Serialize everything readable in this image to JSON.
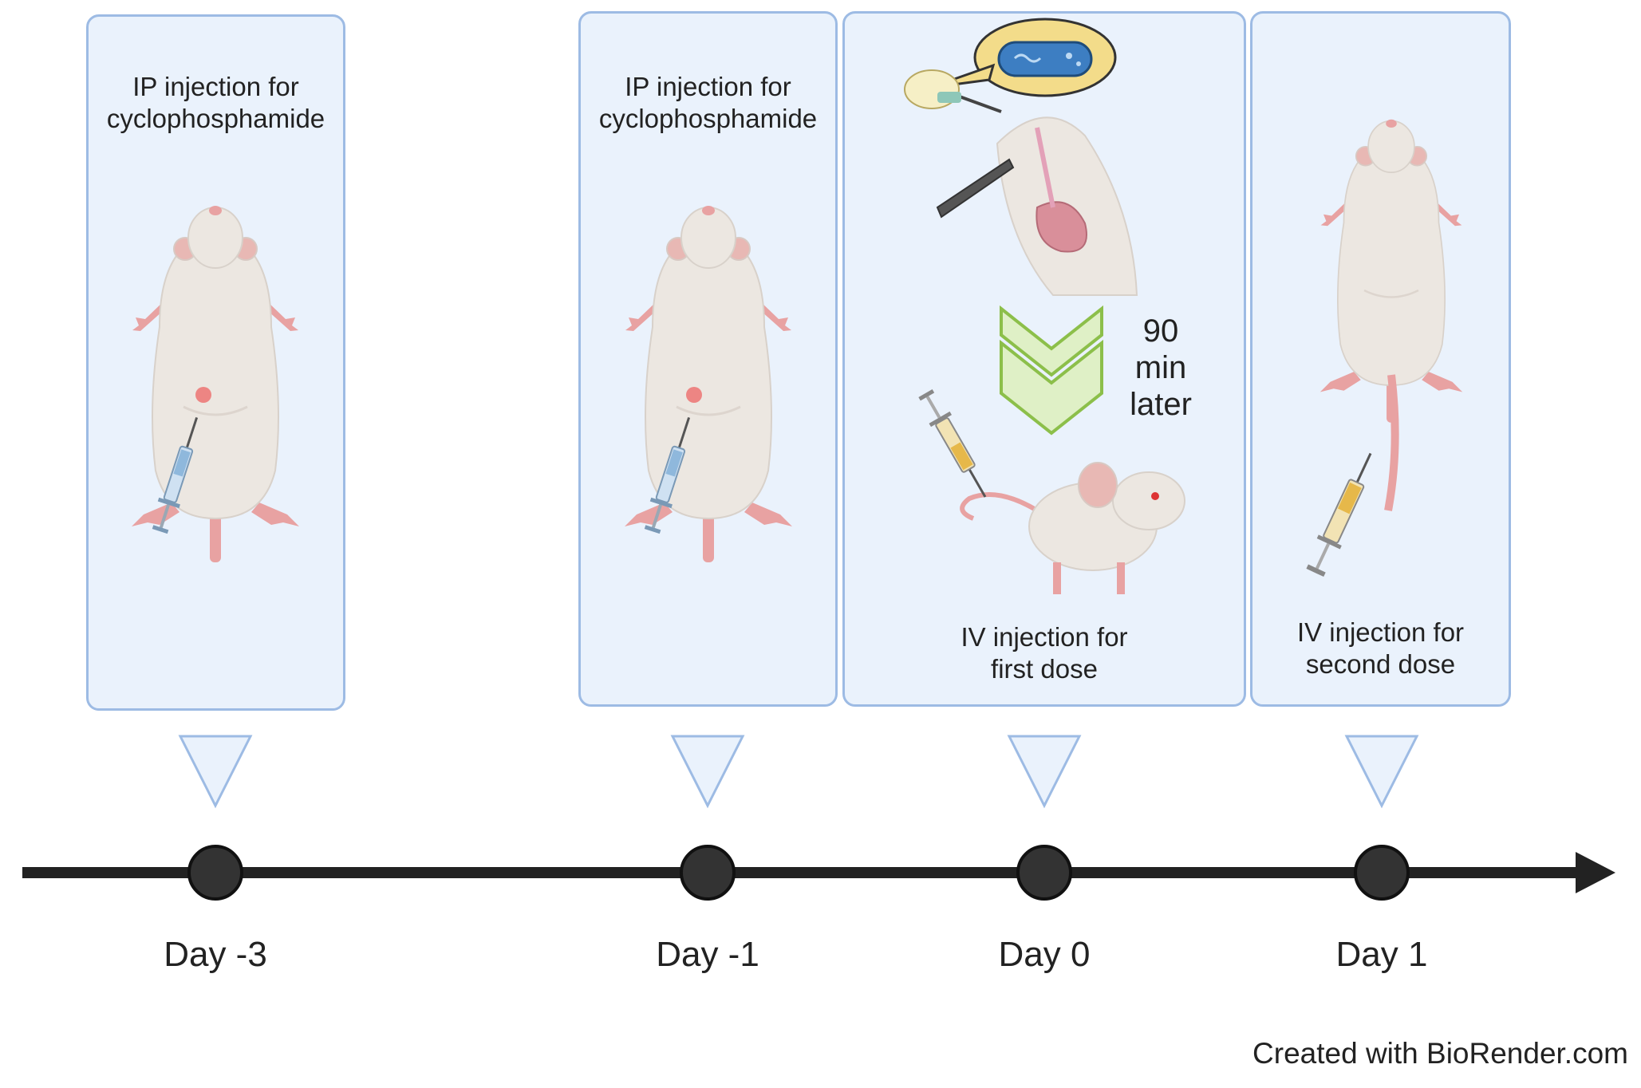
{
  "steps": [
    {
      "day": "Day -3",
      "caption": "IP injection for\ncyclophosphamide"
    },
    {
      "day": "Day -1",
      "caption": "IP injection for\ncyclophosphamide"
    },
    {
      "day": "Day 0",
      "caption": "IV injection for\nfirst dose",
      "interval_note": "90\nmin\nlater"
    },
    {
      "day": "Day 1",
      "caption": "IV injection for\nsecond dose"
    }
  ],
  "credit": "Created with BioRender.com",
  "colors": {
    "panel_fill": "#eaf2fc",
    "panel_border": "#9dbbe4",
    "timeline": "#222222",
    "marker_fill": "#333333",
    "chevron": "#8cbf4a",
    "mouse_body": "#ece7e1",
    "mouse_pink": "#e8a2a2",
    "syringe_blue": "#8fb8dc",
    "syringe_yellow": "#e6b84a"
  },
  "icons": [
    "mouse-supine-icon",
    "syringe-icon",
    "bacterium-icon",
    "chevron-down-icon",
    "mouse-side-icon"
  ]
}
